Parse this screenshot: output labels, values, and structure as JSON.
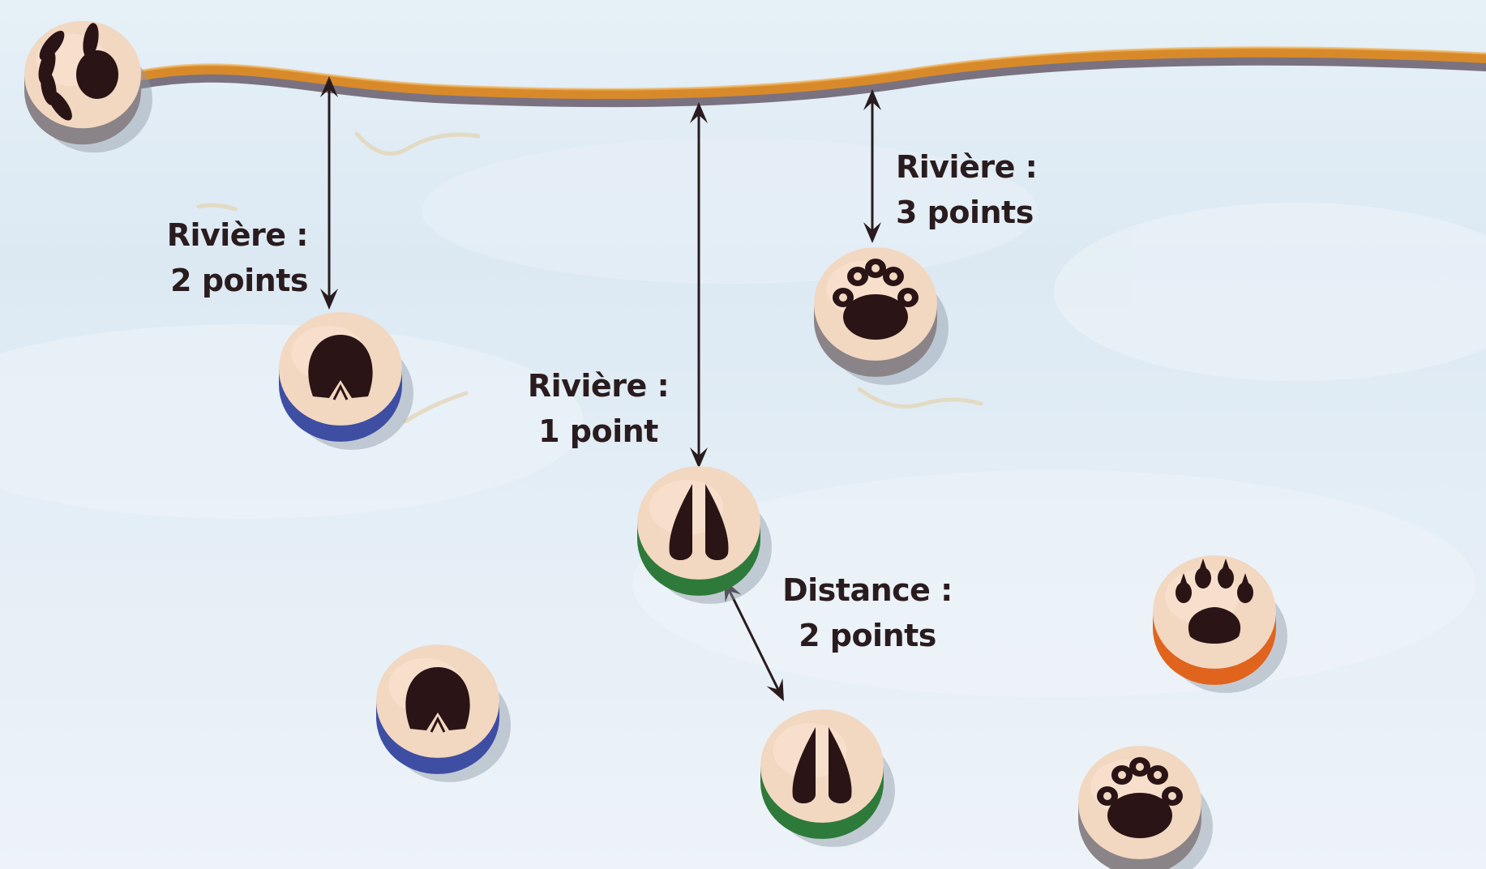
{
  "colors": {
    "river_orange": "#d88a2a",
    "river_shadow": "#7a7280",
    "token_face": "#f2d7c1",
    "print_ink": "#2a1416",
    "arrow_ink": "#2a1c1e",
    "ring_blue": "#3e4ea3",
    "ring_green": "#2e7a3a",
    "ring_orange": "#e0641e",
    "ring_neutral": "#8a8488"
  },
  "labels": {
    "river_2": {
      "line1": "Rivière :",
      "line2": "2 points"
    },
    "river_1": {
      "line1": "Rivière :",
      "line2": "1 point"
    },
    "river_3": {
      "line1": "Rivière :",
      "line2": "3 points"
    },
    "distance_2": {
      "line1": "Distance :",
      "line2": "2 points"
    }
  },
  "tokens": [
    {
      "id": "start",
      "print": "hand-print-icon",
      "ring": "ring_neutral"
    },
    {
      "id": "deer-blue-1",
      "print": "hoof-round-print-icon",
      "ring": "ring_blue"
    },
    {
      "id": "boar-green-1",
      "print": "hoof-split-print-icon",
      "ring": "ring_green"
    },
    {
      "id": "bear-1",
      "print": "bear-paw-print-icon",
      "ring": "ring_neutral"
    },
    {
      "id": "deer-blue-2",
      "print": "hoof-round-print-icon",
      "ring": "ring_blue"
    },
    {
      "id": "boar-green-2",
      "print": "hoof-split-print-icon",
      "ring": "ring_green"
    },
    {
      "id": "fox-orange",
      "print": "claw-paw-print-icon",
      "ring": "ring_orange"
    },
    {
      "id": "bear-2",
      "print": "bear-paw-print-icon",
      "ring": "ring_neutral"
    }
  ]
}
